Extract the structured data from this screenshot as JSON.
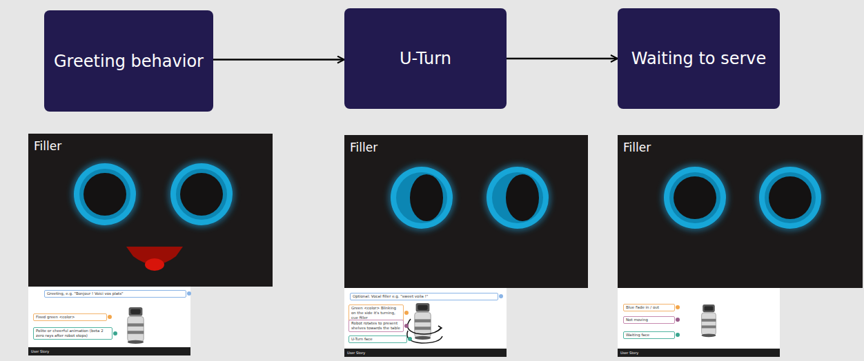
{
  "diagram": {
    "nodes": [
      {
        "text": [
          "Greeting behavior"
        ]
      },
      {
        "text": [
          "U-Turn"
        ]
      },
      {
        "text": [
          "Waiting to serve"
        ]
      },
      {
        "text": [
          "Filler"
        ]
      },
      {
        "text": [
          "Filler"
        ]
      },
      {
        "text": [
          "Filler"
        ]
      },
      {
        "text": [
          "User Story"
        ]
      },
      {
        "text": [
          "Greeting, e.g. \"Bonjour ! Voici vos plats\""
        ],
        "in": 6
      },
      {
        "text": [
          "Fixed green <color>"
        ],
        "in": 6
      },
      {
        "text": [
          "Polite or cheerful animation (beta 2 zero rays after robot stops)"
        ],
        "in": 6
      },
      {
        "text": [
          "User Story"
        ]
      },
      {
        "text": [
          "Optional: Vocal filler e.g. \"sweet voila !\""
        ],
        "in": 10
      },
      {
        "text": [
          "Green <color> Blinking on the side it's turning, cue filler"
        ],
        "in": 10
      },
      {
        "text": [
          "Robot rotates to present shelves towards the table"
        ],
        "in": 10
      },
      {
        "text": [
          "U-Turn face"
        ],
        "in": 10
      },
      {
        "text": [
          "User Story"
        ]
      },
      {
        "text": [
          "Blue Fade in / out"
        ],
        "in": 15
      },
      {
        "text": [
          "Not moving"
        ],
        "in": 15
      },
      {
        "text": [
          "Waiting face"
        ],
        "in": 15
      }
    ],
    "edges": [
      {
        "from": 0,
        "to": 1,
        "arrow": "to"
      },
      {
        "from": 1,
        "to": 2,
        "arrow": "to"
      }
    ]
  }
}
